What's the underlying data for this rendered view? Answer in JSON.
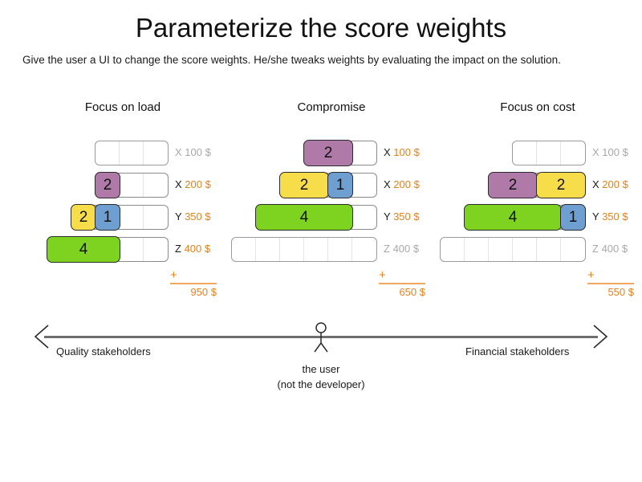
{
  "header": {
    "title": "Parameterize the score weights",
    "subtitle": "Give the user a UI to change the score weights. He/she tweaks weights by evaluating the impact on the solution."
  },
  "colors": {
    "purple": "#b07aa8",
    "yellow": "#f7dd4a",
    "blue": "#6f9fd0",
    "green": "#7ed321",
    "accent_orange": "#e8801a",
    "inactive_gray": "#a8a8a8",
    "track_border": "#9a9a9a"
  },
  "columns": [
    {
      "heading": "Focus on load",
      "rows": [
        {
          "key": "X",
          "price": "100 $",
          "active": false,
          "cells": 3,
          "segments": []
        },
        {
          "key": "X",
          "price": "200 $",
          "active": true,
          "cells": 3,
          "segments": [
            {
              "value": "2",
              "color": "purple",
              "cells": 1
            }
          ]
        },
        {
          "key": "Y",
          "price": "350 $",
          "active": true,
          "cells": 4,
          "segments": [
            {
              "value": "2",
              "color": "yellow",
              "cells": 1
            },
            {
              "value": "1",
              "color": "blue",
              "cells": 1
            }
          ]
        },
        {
          "key": "Z",
          "price": "400 $",
          "active": true,
          "cells": 5,
          "segments": [
            {
              "value": "4",
              "color": "green",
              "cells": 3
            }
          ]
        }
      ],
      "sum_symbol": "+",
      "total": "950 $"
    },
    {
      "heading": "Compromise",
      "rows": [
        {
          "key": "X",
          "price": "100 $",
          "active": true,
          "cells": 3,
          "segments": [
            {
              "value": "2",
              "color": "purple",
              "cells": 2
            }
          ]
        },
        {
          "key": "X",
          "price": "200 $",
          "active": true,
          "cells": 4,
          "segments": [
            {
              "value": "2",
              "color": "yellow",
              "cells": 2
            },
            {
              "value": "1",
              "color": "blue",
              "cells": 1
            }
          ]
        },
        {
          "key": "Y",
          "price": "350 $",
          "active": true,
          "cells": 5,
          "segments": [
            {
              "value": "4",
              "color": "green",
              "cells": 4
            }
          ]
        },
        {
          "key": "Z",
          "price": "400 $",
          "active": false,
          "cells": 6,
          "segments": []
        }
      ],
      "sum_symbol": "+",
      "total": "650 $"
    },
    {
      "heading": "Focus on cost",
      "rows": [
        {
          "key": "X",
          "price": "100 $",
          "active": false,
          "cells": 3,
          "segments": []
        },
        {
          "key": "X",
          "price": "200 $",
          "active": true,
          "cells": 4,
          "segments": [
            {
              "value": "2",
              "color": "purple",
              "cells": 2
            },
            {
              "value": "2",
              "color": "yellow",
              "cells": 2
            }
          ]
        },
        {
          "key": "Y",
          "price": "350 $",
          "active": true,
          "cells": 5,
          "segments": [
            {
              "value": "4",
              "color": "green",
              "cells": 4
            },
            {
              "value": "1",
              "color": "blue",
              "cells": 1
            }
          ]
        },
        {
          "key": "Z",
          "price": "400 $",
          "active": false,
          "cells": 6,
          "segments": []
        }
      ],
      "sum_symbol": "+",
      "total": "550 $"
    }
  ],
  "axis": {
    "left_label": "Quality stakeholders",
    "right_label": "Financial stakeholders",
    "center_caption_line1": "the user",
    "center_caption_line2": "(not the developer)"
  }
}
